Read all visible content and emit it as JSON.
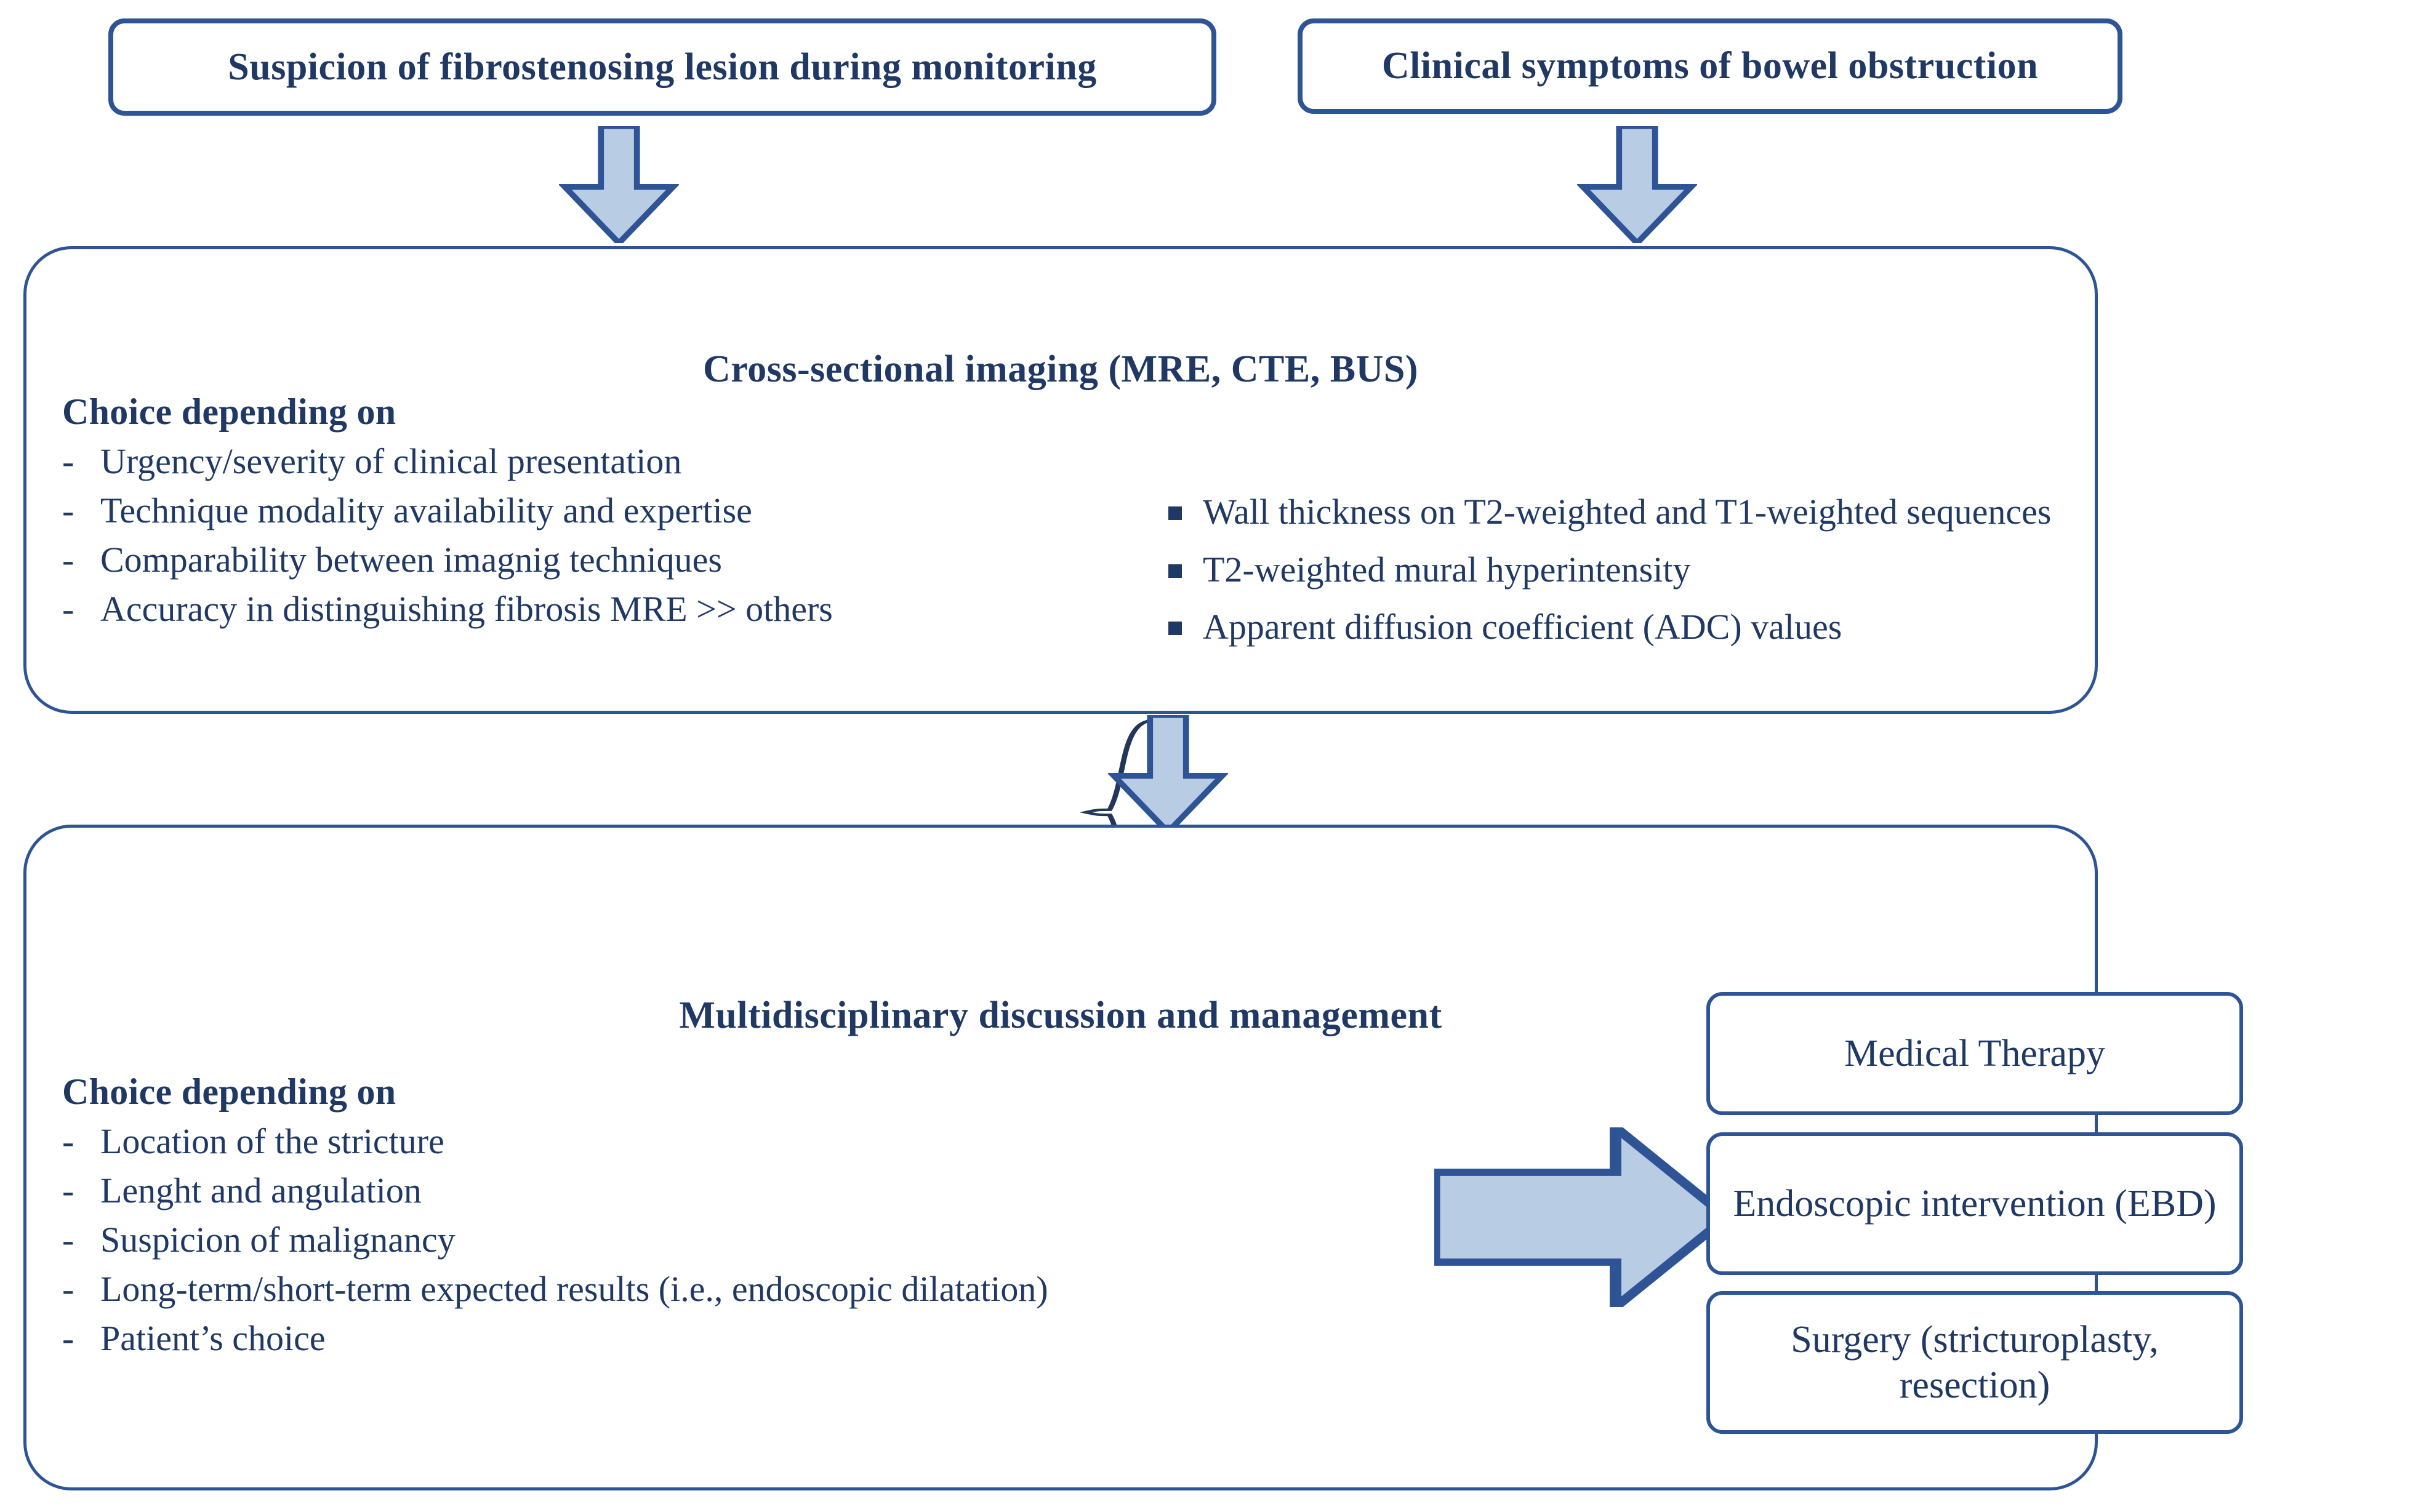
{
  "theme": {
    "text_color": "#1f3864",
    "border_color": "#2e5496",
    "arrow_fill": "#b8cce4",
    "arrow_stroke": "#2e5496",
    "background": "#ffffff"
  },
  "entry_boxes": [
    {
      "label": "Suspicion of fibrostenosing lesion during monitoring"
    },
    {
      "label": "Clinical symptoms of bowel obstruction"
    }
  ],
  "arrows": [
    {
      "name": "arrow-suspicion-down",
      "direction": "down"
    },
    {
      "name": "arrow-symptoms-down",
      "direction": "down"
    },
    {
      "name": "arrow-imaging-to-mdt",
      "direction": "down"
    },
    {
      "name": "arrow-mdt-to-options",
      "direction": "right"
    }
  ],
  "imaging_stage": {
    "title": "Cross-sectional imaging (MRE, CTE, BUS)",
    "choice_heading": "Choice depending on",
    "choice_items": [
      "Urgency/severity of clinical presentation",
      "Technique modality availability and expertise",
      "Comparability between imagnig techniques",
      "Accuracy in distinguishing fibrosis MRE >> others"
    ],
    "brace": "{",
    "features": [
      "Wall thickness on T2-weighted and T1-weighted sequences",
      "T2-weighted mural hyperintensity",
      "Apparent diffusion coefficient (ADC) values"
    ]
  },
  "mdt_stage": {
    "title": "Multidisciplinary discussion and management",
    "choice_heading": "Choice depending on",
    "choice_items": [
      "Location of the stricture",
      "Lenght and angulation",
      "Suspicion of malignancy",
      "Long-term/short-term expected results (i.e., endoscopic dilatation)",
      "Patient’s choice"
    ],
    "options": [
      "Medical Therapy",
      "Endoscopic intervention (EBD)",
      "Surgery (stricturoplasty, resection)"
    ]
  },
  "bullet_glyphs": {
    "dash": "-",
    "square": "▪"
  }
}
